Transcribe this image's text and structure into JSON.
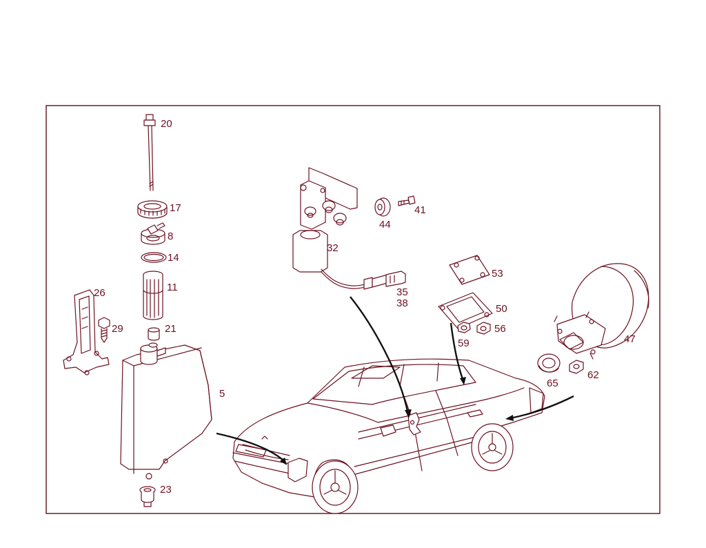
{
  "colors": {
    "line": "#6b1020",
    "arrow": "#111111",
    "frame": "#5a0f1c"
  },
  "parts": [
    {
      "id": "20",
      "label": "20"
    },
    {
      "id": "17",
      "label": "17"
    },
    {
      "id": "8",
      "label": "8"
    },
    {
      "id": "14",
      "label": "14"
    },
    {
      "id": "11",
      "label": "11"
    },
    {
      "id": "21",
      "label": "21"
    },
    {
      "id": "26",
      "label": "26"
    },
    {
      "id": "29",
      "label": "29"
    },
    {
      "id": "5",
      "label": "5"
    },
    {
      "id": "23",
      "label": "23"
    },
    {
      "id": "32",
      "label": "32"
    },
    {
      "id": "44",
      "label": "44"
    },
    {
      "id": "41",
      "label": "41"
    },
    {
      "id": "35",
      "label": "35"
    },
    {
      "id": "38",
      "label": "38"
    },
    {
      "id": "53",
      "label": "53"
    },
    {
      "id": "50",
      "label": "50"
    },
    {
      "id": "59",
      "label": "59"
    },
    {
      "id": "56",
      "label": "56"
    },
    {
      "id": "47",
      "label": "47"
    },
    {
      "id": "65",
      "label": "65"
    },
    {
      "id": "62",
      "label": "62"
    }
  ]
}
